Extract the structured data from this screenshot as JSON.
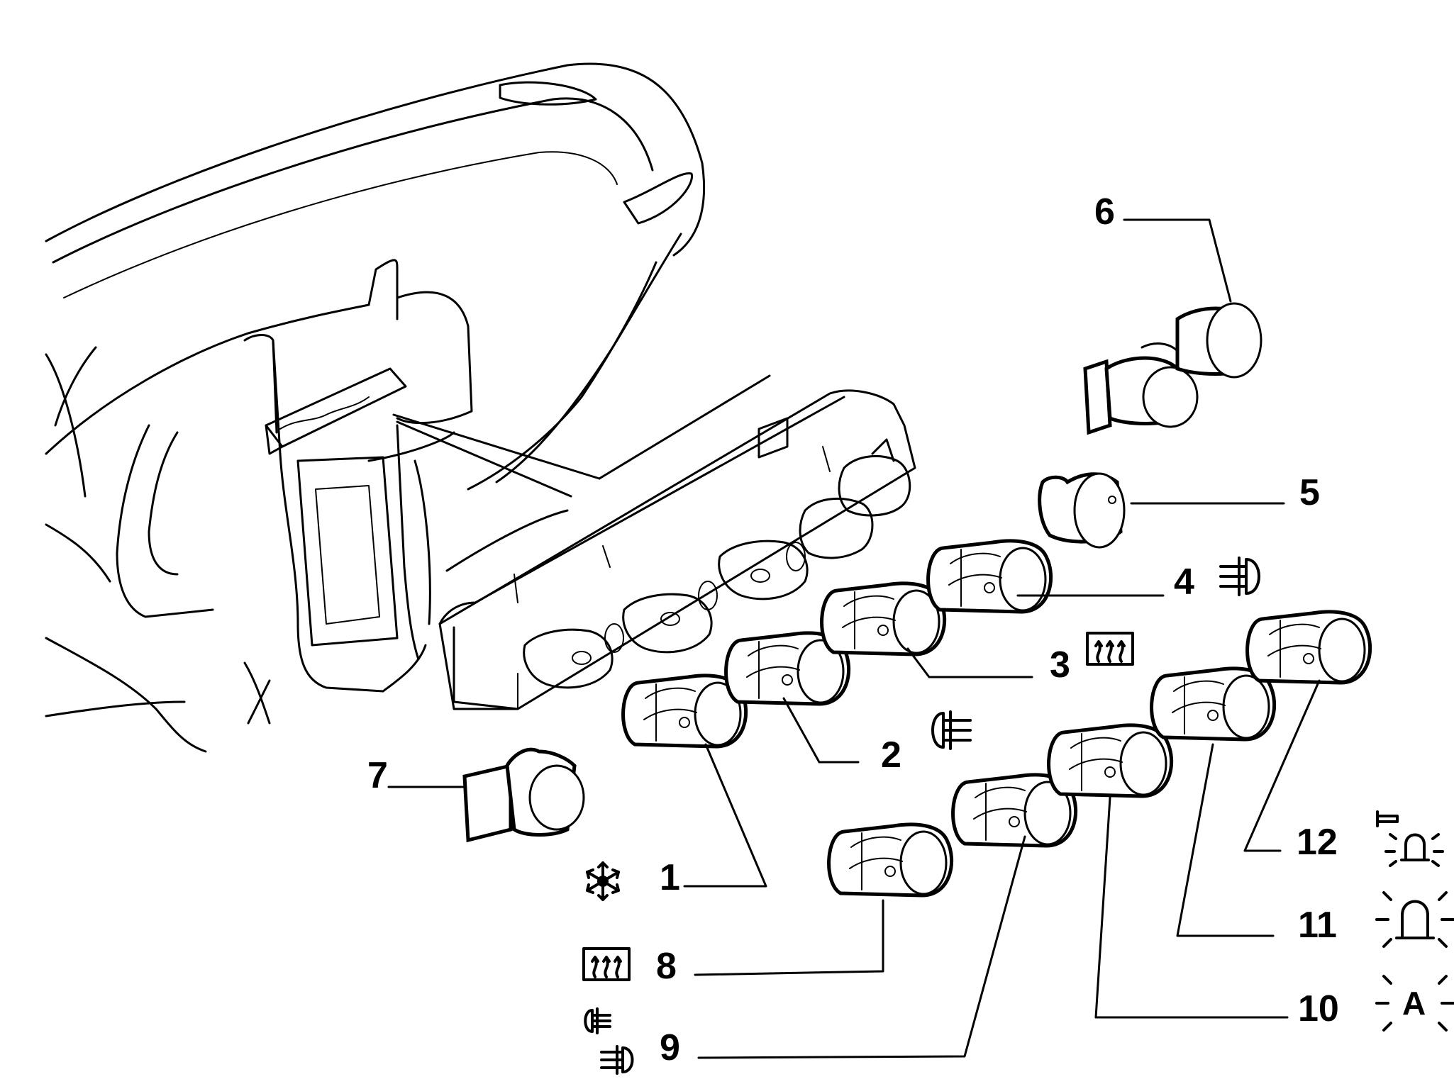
{
  "callouts": {
    "c1": "1",
    "c2": "2",
    "c3": "3",
    "c4": "4",
    "c5": "5",
    "c6": "6",
    "c7": "7",
    "c8": "8",
    "c9": "9",
    "c10": "10",
    "c11": "11",
    "c12": "12"
  },
  "icon_letters": {
    "auto_hazard": "A"
  },
  "icons": {
    "c1": "air-conditioning-snowflake-icon",
    "c2": "rear-fog-light-icon",
    "c3": "rear-window-defrost-icon",
    "c4": "front-fog-light-icon",
    "c8": "rear-window-defrost-icon",
    "c9": "front-and-rear-fog-light-icon",
    "c10": "automatic-hazard-warning-icon",
    "c11": "rotating-beacon-icon",
    "c12": "cab-beacon-icon"
  }
}
